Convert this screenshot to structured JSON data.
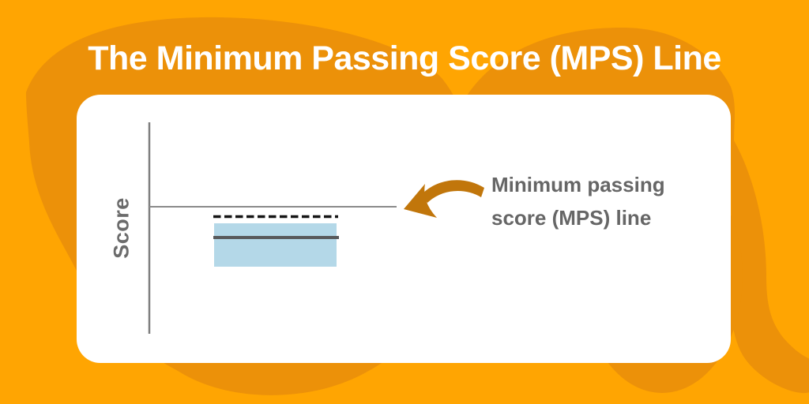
{
  "title": "The Minimum Passing Score (MPS) Line",
  "chart": {
    "y_axis_label": "Score",
    "annotation": {
      "line1": "Minimum passing",
      "line2": "score (MPS) line"
    },
    "elements": {
      "band": "score band",
      "band_midline": "band midline",
      "mps_dashed_line": "dashed MPS cut line",
      "mps_solid_line": "horizontal MPS reference line"
    }
  },
  "colors": {
    "background": "#FFA502",
    "blob": "#EC9109",
    "card": "#FFFFFF",
    "title_text": "#FFFFFF",
    "label_text": "#666666",
    "axis_line": "#7F7F7F",
    "mps_solid_line": "#8A8A8A",
    "mps_dashed_line": "#151515",
    "band_fill": "#B4D8E8",
    "band_midline": "#58595B",
    "arrow": "#C1760B"
  }
}
